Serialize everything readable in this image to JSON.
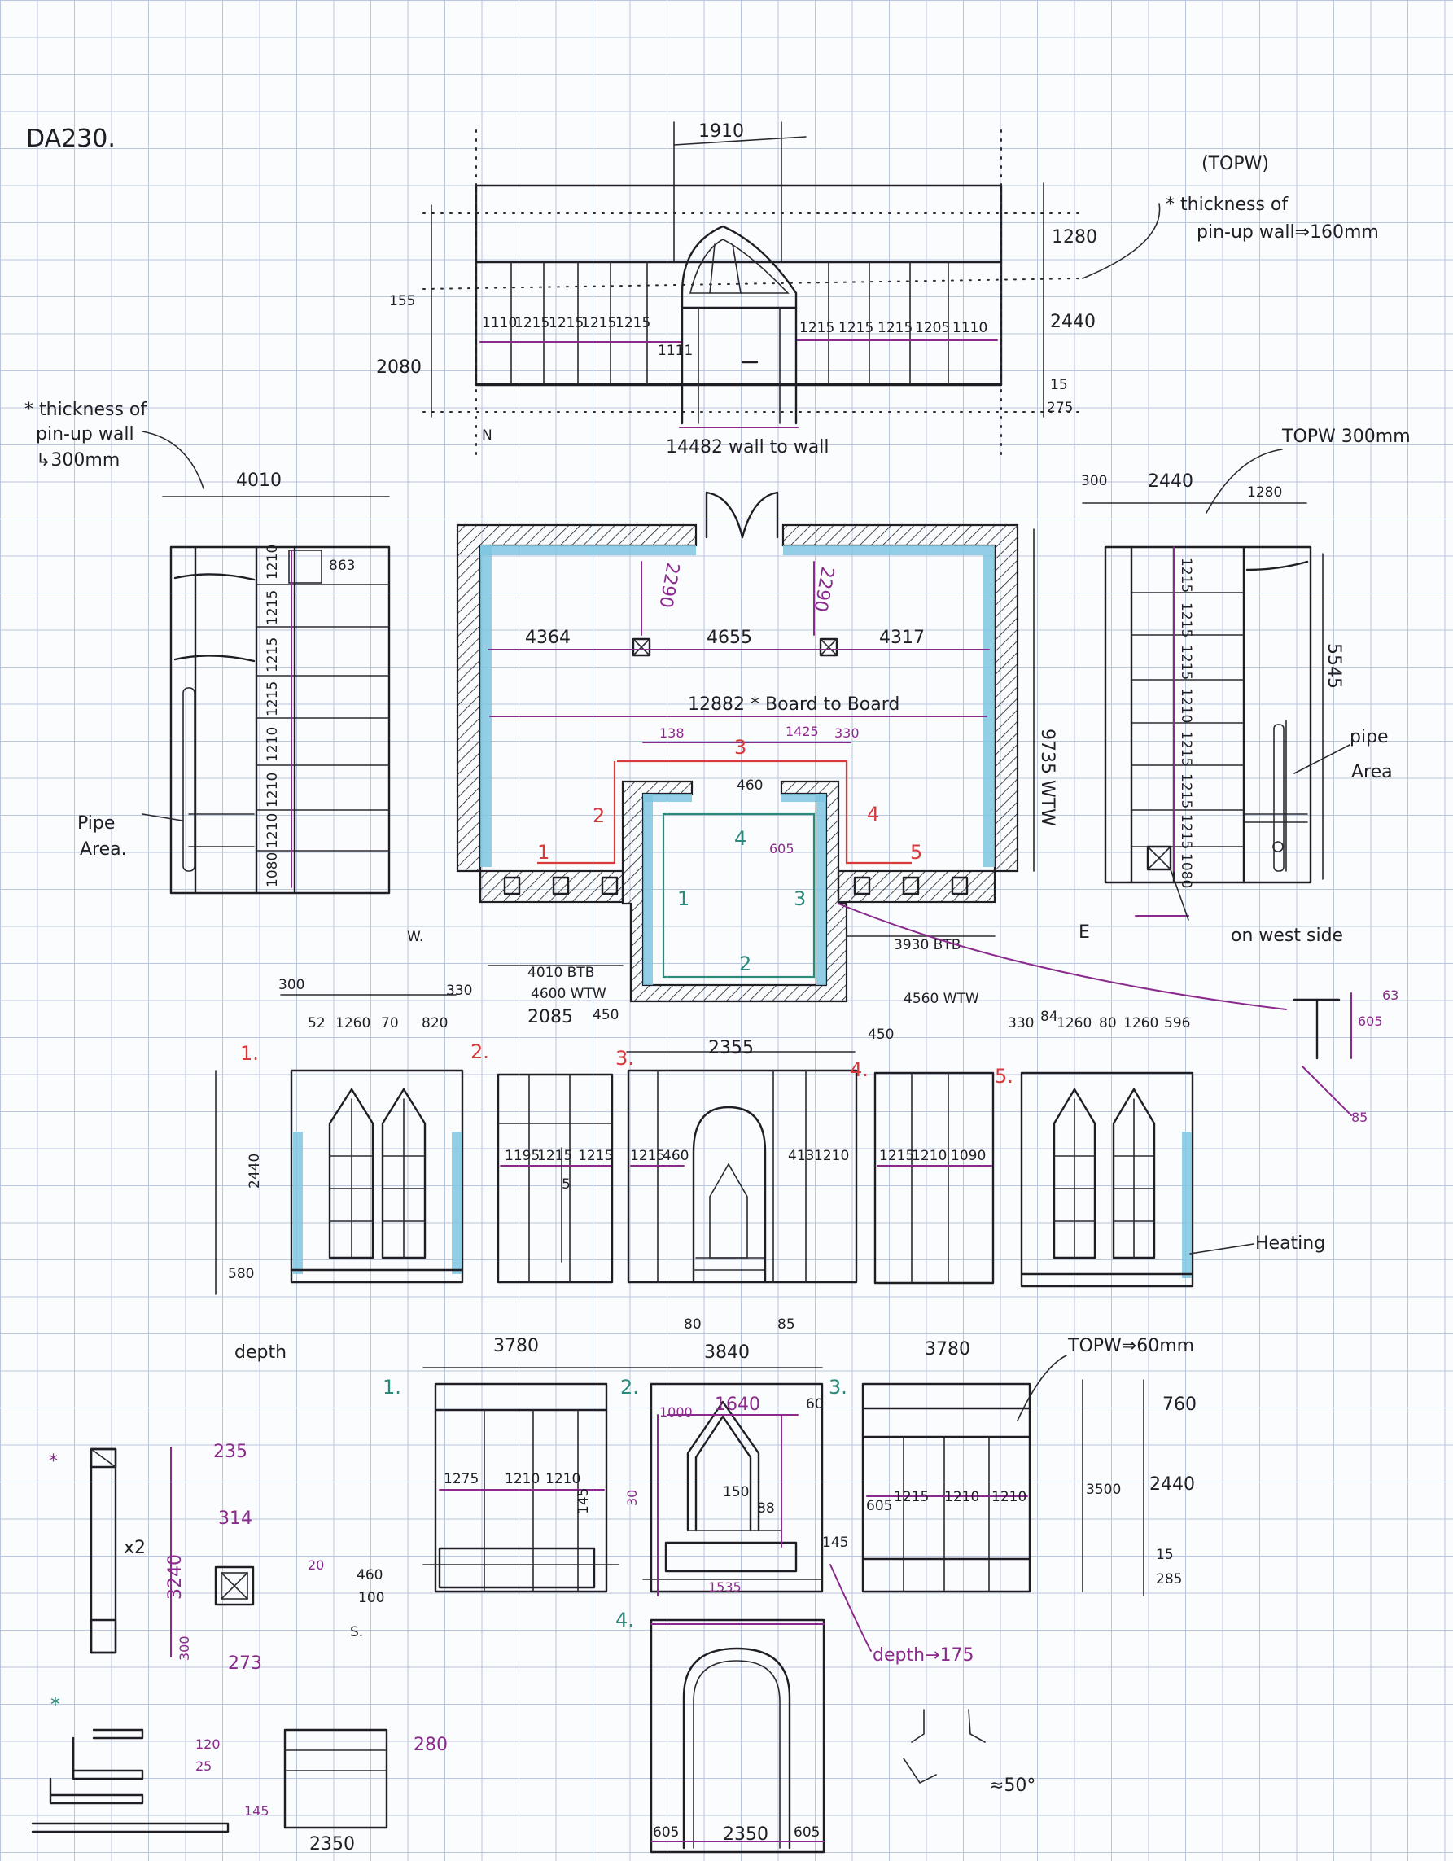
{
  "title": "DA230.",
  "colors": {
    "ink": "#1e1e24",
    "purple": "#8a2a8c",
    "red": "#d63a3a",
    "teal": "#2c8a7a",
    "blue": "#7fc6e0",
    "grid": "#b9c6db"
  },
  "north_elevation": {
    "top_width": "1910",
    "topw_note": "(TOPW)",
    "note": "* thickness of",
    "note2": "pin-up wall⇒160mm",
    "h1": "1280",
    "h2": "2440",
    "h3": "15",
    "h4": "275",
    "left_h1": "155",
    "left_h2": "2080",
    "door_w": "1111",
    "panels_left": [
      "1110",
      "1215",
      "1215",
      "1215",
      "1215"
    ],
    "panels_right": [
      "1215",
      "1215",
      "1215",
      "1205",
      "1110"
    ],
    "wall_to_wall": "14482 wall to wall",
    "compass_n": "N"
  },
  "west_elevation": {
    "note1": "* thickness of",
    "note2": "pin-up wall",
    "note3": "↳300mm",
    "width": "4010",
    "small": "863",
    "panels": [
      "1210",
      "1215",
      "1215",
      "1215",
      "1210",
      "1210",
      "1210",
      "1080"
    ],
    "pipe1": "Pipe",
    "pipe2": "Area.",
    "compass_w": "W."
  },
  "east_elevation": {
    "topw": "TOPW 300mm",
    "d1": "300",
    "d2": "2440",
    "d3": "1280",
    "height": "5545",
    "panels": [
      "1215",
      "1215",
      "1215",
      "1210",
      "1215",
      "1215",
      "1215",
      "1080"
    ],
    "pipe1": "pipe",
    "pipe2": "Area",
    "west_side": "on west side",
    "compass_e": "E"
  },
  "plan": {
    "d_left": "4364",
    "d_mid": "4655",
    "d_right": "4317",
    "col_h_left": "2290",
    "col_h_right": "2290",
    "board": "12882 * Board to Board",
    "h_wtw": "9735 WTW",
    "d138": "138",
    "d1425": "1425",
    "d330": "330",
    "d460": "460",
    "d605": "605",
    "btb_left": "4010 BTB",
    "wtw_left": "4600 WTW",
    "btb_right": "3930 BTB",
    "wtw_right": "4560 WTW",
    "red_nums": [
      "1",
      "2",
      "3",
      "4",
      "5"
    ],
    "teal_nums": [
      "1",
      "2",
      "3",
      "4"
    ]
  },
  "detail": {
    "a": "63",
    "b": "605",
    "c": "85"
  },
  "interior_elevations": {
    "e1": {
      "num": "1.",
      "d1": "300",
      "d2": "52",
      "d3": "1260",
      "d4": "70",
      "d5": "820",
      "h": "2440",
      "base": "580"
    },
    "e2": {
      "num": "2.",
      "w": "2085",
      "d": "450",
      "panels": [
        "1195",
        "1215",
        "1215"
      ],
      "mid": "5"
    },
    "e3": {
      "num": "3.",
      "w": "2355",
      "panels": [
        "1215",
        "460"
      ],
      "b1": "80",
      "b2": "85"
    },
    "e4": {
      "num": "4.",
      "d": "450",
      "panels": [
        "413",
        "1210"
      ]
    },
    "e5": {
      "num": "5.",
      "d": "330",
      "d2": "84",
      "d3": "1260",
      "d4": "80",
      "d5": "1260",
      "d6": "596",
      "panels": [
        "1215",
        "1210",
        "1090"
      ]
    },
    "side": "330",
    "heating": "Heating"
  },
  "south": {
    "depth": "depth",
    "w1": "3780",
    "w2": "3840",
    "w3": "3780",
    "topw": "TOPW⇒60mm",
    "n1": "1.",
    "n2": "2.",
    "n3": "3.",
    "n4": "4.",
    "p1": [
      "1275",
      "1210",
      "1210"
    ],
    "p1_side": "145",
    "arch_top": "1640",
    "arch_left": "1000",
    "arch_right": "60",
    "arch_inner": "150",
    "arch_h": "88",
    "arch_side": "30",
    "base": "1535",
    "side145": "145",
    "p3": [
      "1215",
      "1210",
      "1210"
    ],
    "p3_left": "605",
    "r1": "760",
    "r2": "2440",
    "r3": "15",
    "r4": "285",
    "r_total": "3500",
    "left_h1": "460",
    "left_h2": "100",
    "depth175": "depth→175",
    "bottom": [
      "605",
      "2350",
      "605"
    ],
    "compass_s": "S.",
    "angle": "≈50°"
  },
  "column_detail": {
    "top": "235",
    "height": "3240",
    "bottom": "300",
    "mult": "x2",
    "w": "314",
    "side": "20",
    "base": "273"
  },
  "step_detail": {
    "a": "120",
    "b": "25",
    "c": "145",
    "d": "280",
    "e": "2350"
  }
}
